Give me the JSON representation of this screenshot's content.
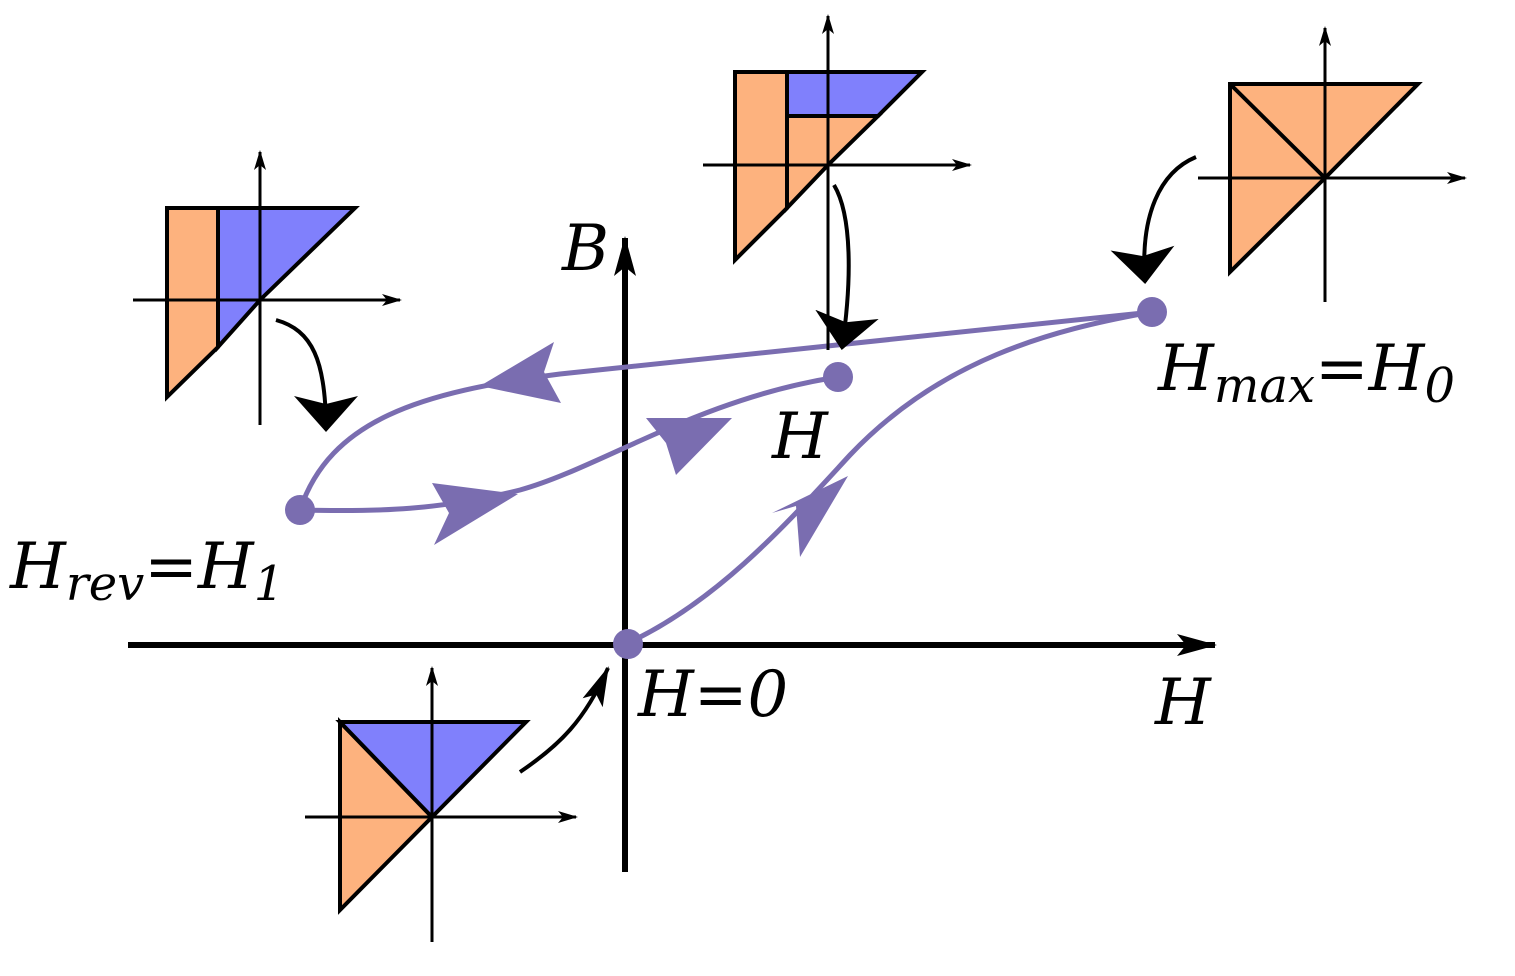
{
  "colors": {
    "curve": "#7a6db0",
    "orange": "#fdb27e",
    "blue": "#8080fc",
    "black": "#000000"
  },
  "axes": {
    "x_label": "H",
    "y_label": "B"
  },
  "points": {
    "origin": {
      "label": "H=0"
    },
    "h_max": {
      "label_main": "H",
      "label_sub": "max",
      "label_rest": "=H",
      "label_rest_sub": "0"
    },
    "h_rev": {
      "label_main": "H",
      "label_sub": "rev",
      "label_rest": "=H",
      "label_rest_sub": "1"
    },
    "h_current": {
      "label": "H"
    }
  },
  "insets": [
    {
      "name": "inset-initial",
      "state": "H=0"
    },
    {
      "name": "inset-hmax",
      "state": "H_max"
    },
    {
      "name": "inset-hrev",
      "state": "H_rev"
    },
    {
      "name": "inset-current",
      "state": "H"
    }
  ]
}
